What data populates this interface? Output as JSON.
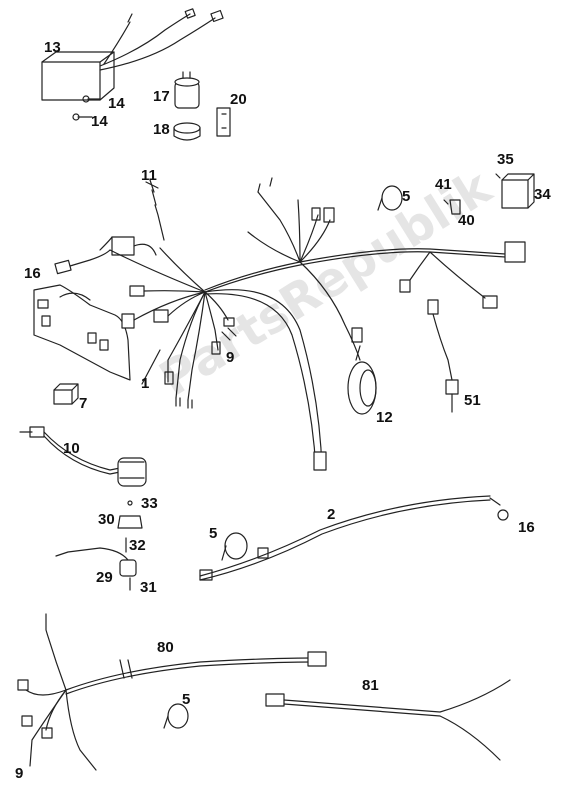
{
  "watermark": "PartsRepublik",
  "callouts": {
    "c13": "13",
    "c14a": "14",
    "c14b": "14",
    "c17": "17",
    "c18": "18",
    "c20": "20",
    "c11": "11",
    "c16a": "16",
    "c1": "1",
    "c9a": "9",
    "c7": "7",
    "c10": "10",
    "c35": "35",
    "c34": "34",
    "c41": "41",
    "c40": "40",
    "c5a": "5",
    "c12": "12",
    "c51": "51",
    "c33": "33",
    "c30": "30",
    "c32": "32",
    "c29": "29",
    "c31": "31",
    "c5b": "5",
    "c2": "2",
    "c16b": "16",
    "c80": "80",
    "c81": "81",
    "c5c": "5",
    "c9b": "9"
  },
  "colors": {
    "line": "#222222",
    "watermark": "#b4b4b4"
  }
}
